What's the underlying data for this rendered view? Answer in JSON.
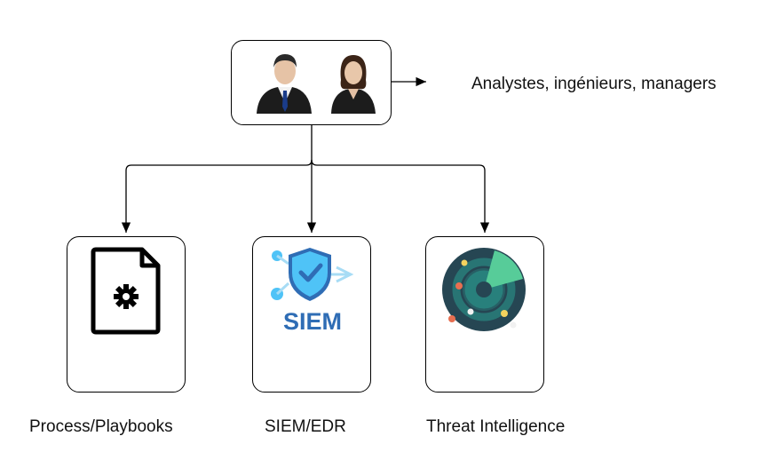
{
  "top_node": {
    "caption": "Analystes, ingénieurs, managers"
  },
  "children": [
    {
      "label": "Process/Playbooks",
      "icon": "document-gear-icon"
    },
    {
      "label": "SIEM/EDR",
      "icon": "siem-shield-icon",
      "badge": "SIEM"
    },
    {
      "label": "Threat Intelligence",
      "icon": "radar-icon"
    }
  ],
  "colors": {
    "stroke": "#000000",
    "siem_blue": "#2f6db5",
    "siem_light": "#4fc3f7",
    "radar_dark": "#264653",
    "radar_teal": "#2a9d8f",
    "radar_sweep": "#57cc99"
  }
}
